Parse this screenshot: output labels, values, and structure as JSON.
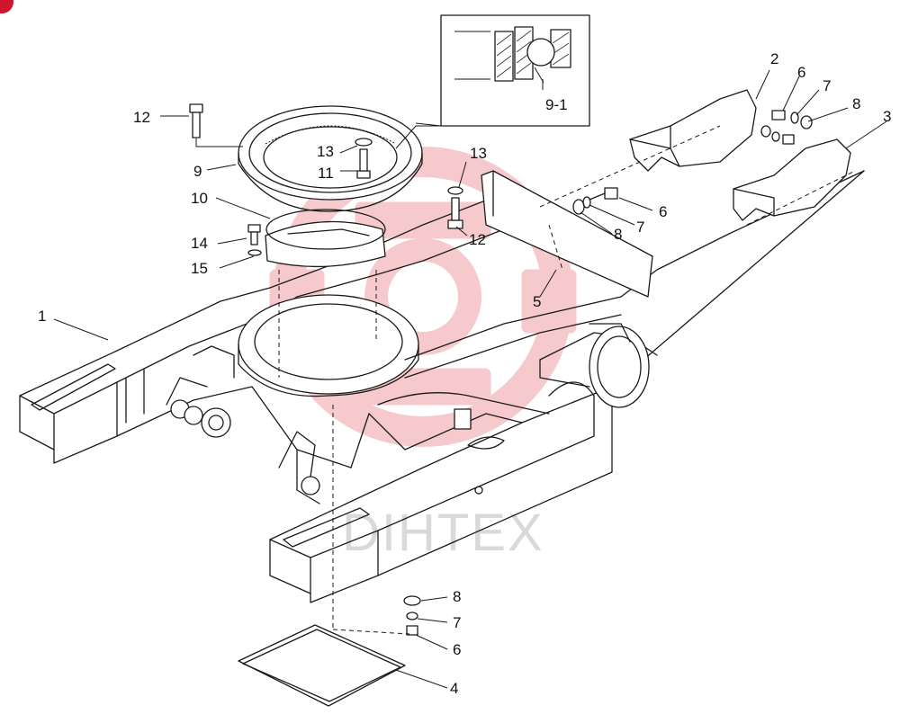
{
  "watermark": {
    "text": "DIHTEX",
    "logo_color": "#f3b9bc",
    "text_color": "#d9d9d9"
  },
  "corner_badge_color": "#d0142c",
  "callouts": [
    {
      "id": "c1",
      "text": "1"
    },
    {
      "id": "c2",
      "text": "2"
    },
    {
      "id": "c3",
      "text": "3"
    },
    {
      "id": "c4",
      "text": "4"
    },
    {
      "id": "c5",
      "text": "5"
    },
    {
      "id": "c6a",
      "text": "6"
    },
    {
      "id": "c6b",
      "text": "6"
    },
    {
      "id": "c6c",
      "text": "6"
    },
    {
      "id": "c7a",
      "text": "7"
    },
    {
      "id": "c7b",
      "text": "7"
    },
    {
      "id": "c7c",
      "text": "7"
    },
    {
      "id": "c8a",
      "text": "8"
    },
    {
      "id": "c8b",
      "text": "8"
    },
    {
      "id": "c8c",
      "text": "8"
    },
    {
      "id": "c9",
      "text": "9"
    },
    {
      "id": "c9-1",
      "text": "9-1"
    },
    {
      "id": "c10",
      "text": "10"
    },
    {
      "id": "c11",
      "text": "11"
    },
    {
      "id": "c12a",
      "text": "12"
    },
    {
      "id": "c12b",
      "text": "12"
    },
    {
      "id": "c13a",
      "text": "13"
    },
    {
      "id": "c13b",
      "text": "13"
    },
    {
      "id": "c14",
      "text": "14"
    },
    {
      "id": "c15",
      "text": "15"
    }
  ]
}
